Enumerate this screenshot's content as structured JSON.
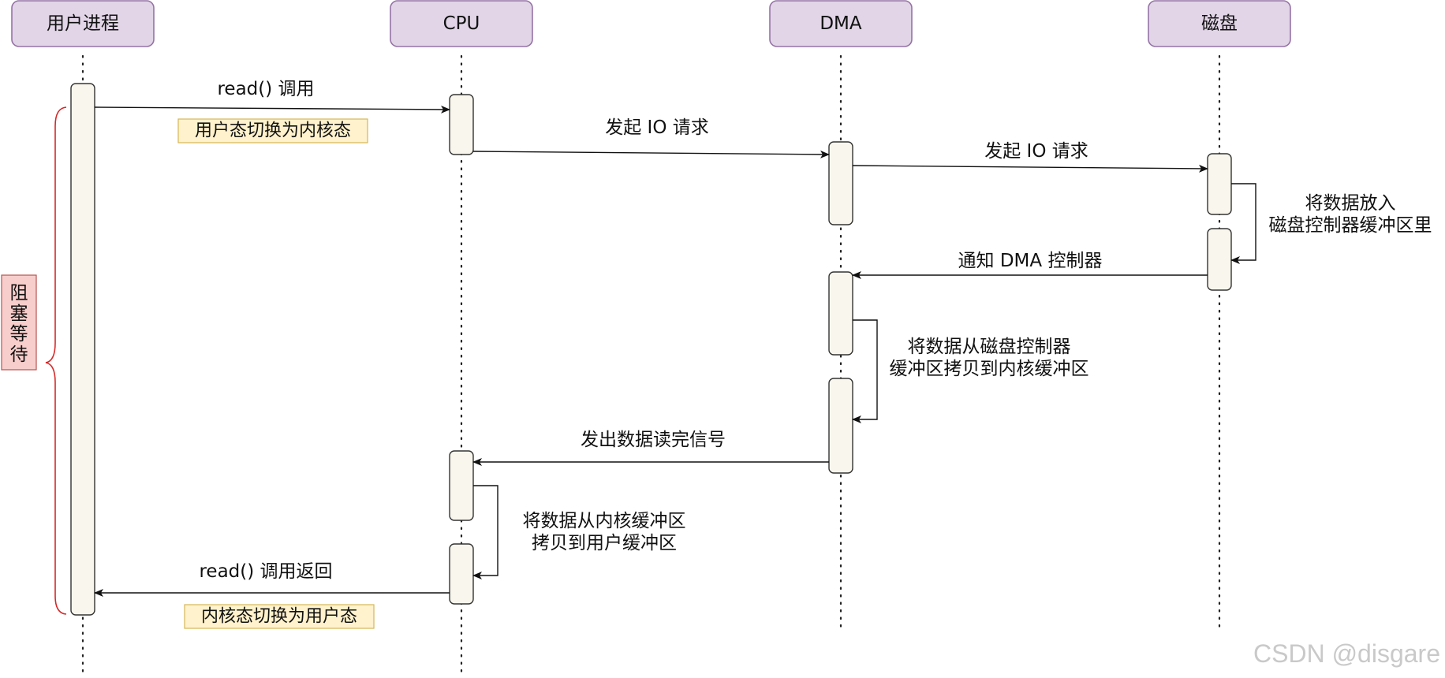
{
  "actors": [
    {
      "id": "user",
      "label": "用户进程"
    },
    {
      "id": "cpu",
      "label": "CPU"
    },
    {
      "id": "dma",
      "label": "DMA"
    },
    {
      "id": "disk",
      "label": "磁盘"
    }
  ],
  "messages": [
    {
      "id": "read-call",
      "lines": [
        "read() 调用"
      ]
    },
    {
      "id": "cpu-dma-io-request",
      "lines": [
        "发起 IO 请求"
      ]
    },
    {
      "id": "dma-disk-io-request",
      "lines": [
        "发起 IO 请求"
      ]
    },
    {
      "id": "disk-buffer-self",
      "lines": [
        "将数据放入",
        "磁盘控制器缓冲区里"
      ]
    },
    {
      "id": "notify-dma",
      "lines": [
        "通知 DMA 控制器"
      ]
    },
    {
      "id": "dma-copy-self",
      "lines": [
        "将数据从磁盘控制器",
        "缓冲区拷贝到内核缓冲区"
      ]
    },
    {
      "id": "read-done-signal",
      "lines": [
        "发出数据读完信号"
      ]
    },
    {
      "id": "cpu-copy-self",
      "lines": [
        "将数据从内核缓冲区",
        "拷贝到用户缓冲区"
      ]
    },
    {
      "id": "read-return",
      "lines": [
        "read() 调用返回"
      ]
    }
  ],
  "notes": [
    {
      "id": "user-to-kernel",
      "label": "用户态切换为内核态"
    },
    {
      "id": "kernel-to-user",
      "label": "内核态切换为用户态"
    }
  ],
  "blocking": {
    "label": "阻塞等待"
  },
  "watermark": "CSDN @disgare"
}
